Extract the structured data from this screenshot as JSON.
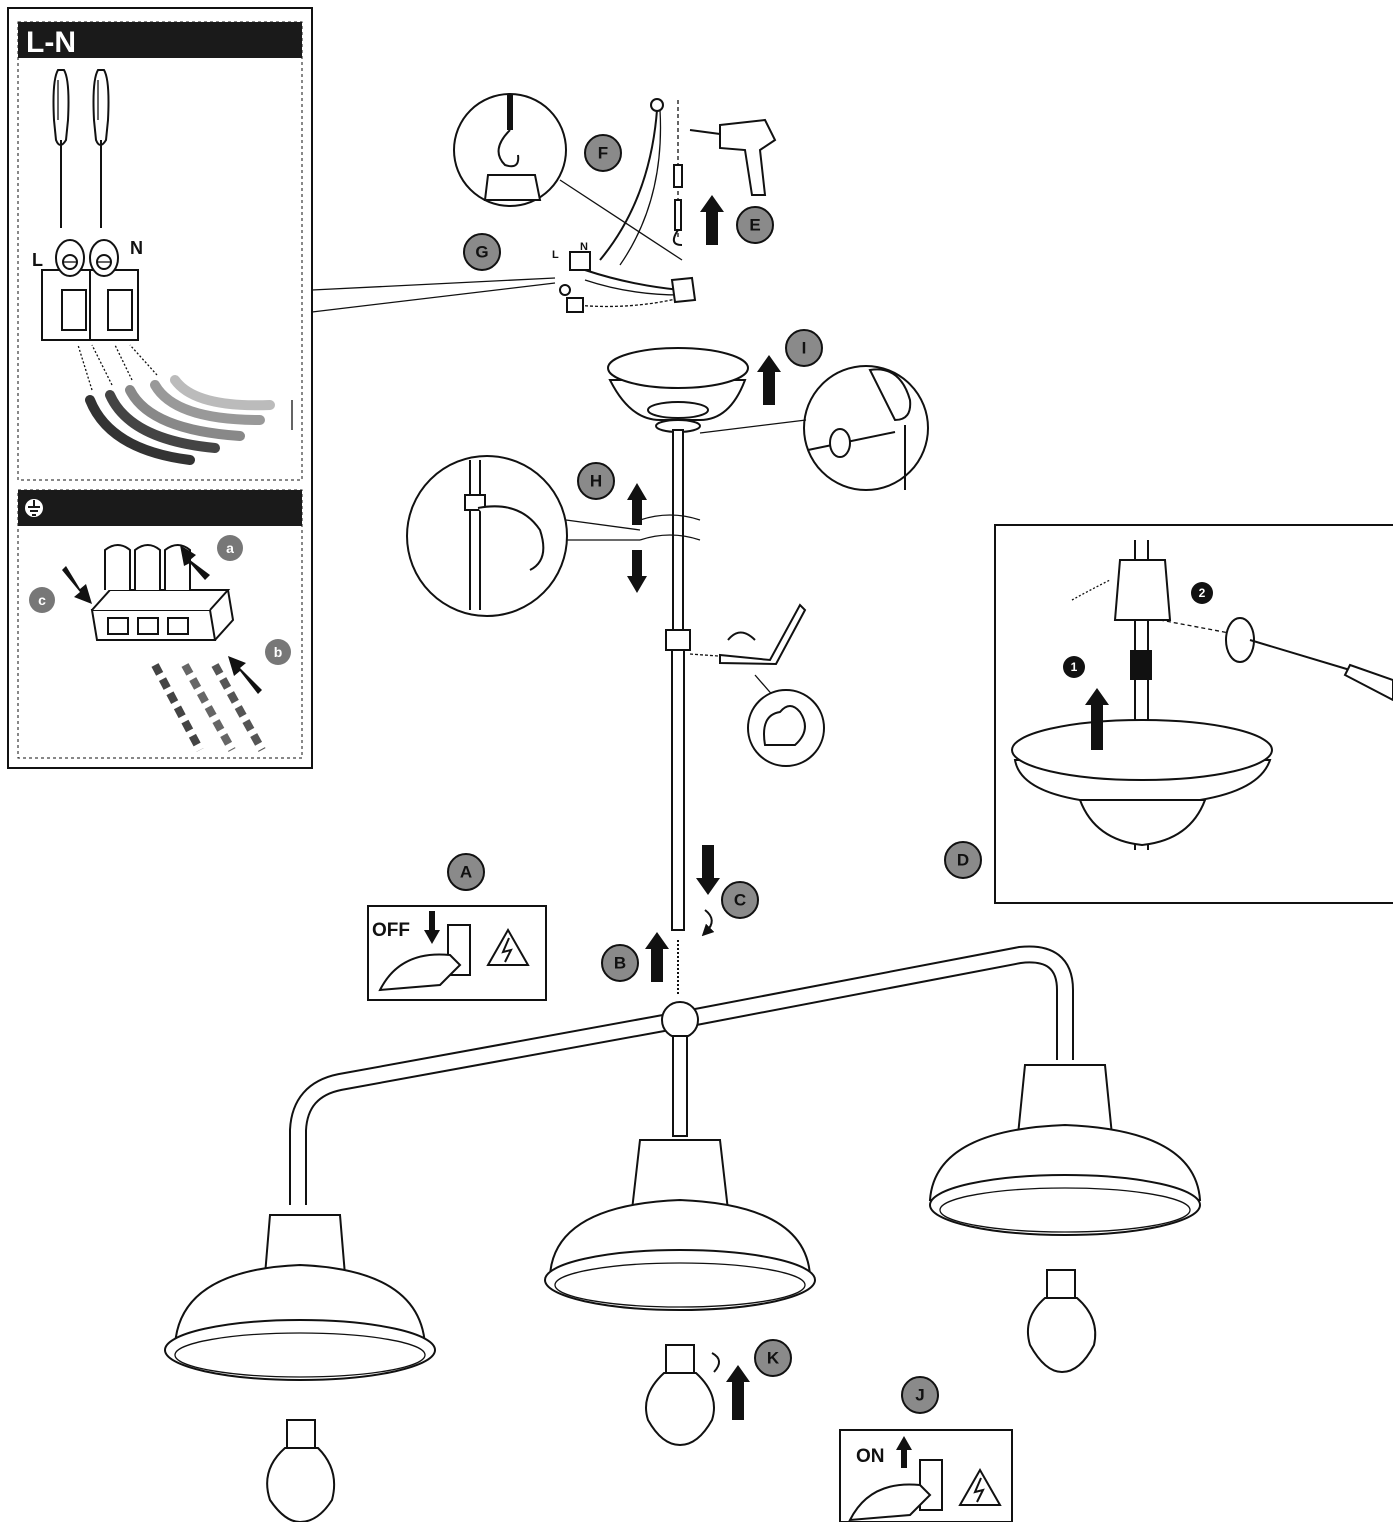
{
  "inset_wiring": {
    "title": "L-N",
    "label_l": "L",
    "label_n": "N",
    "earth_bar_symbol": "earth-icon",
    "clamp_steps": [
      "a",
      "b",
      "c"
    ]
  },
  "steps": {
    "A": "A",
    "B": "B",
    "C": "C",
    "D": "D",
    "E": "E",
    "F": "F",
    "G": "G",
    "H": "H",
    "I": "I",
    "J": "J",
    "K": "K"
  },
  "switch_off": {
    "label": "OFF"
  },
  "switch_on": {
    "label": "ON"
  },
  "terminal_block": {
    "label_l": "L",
    "label_n": "N"
  },
  "detail_d": {
    "step_1": "1",
    "step_2": "2"
  },
  "colors": {
    "step_badge": "#8a8a8a",
    "title_bar": "#1a1a1a",
    "line": "#111111"
  }
}
